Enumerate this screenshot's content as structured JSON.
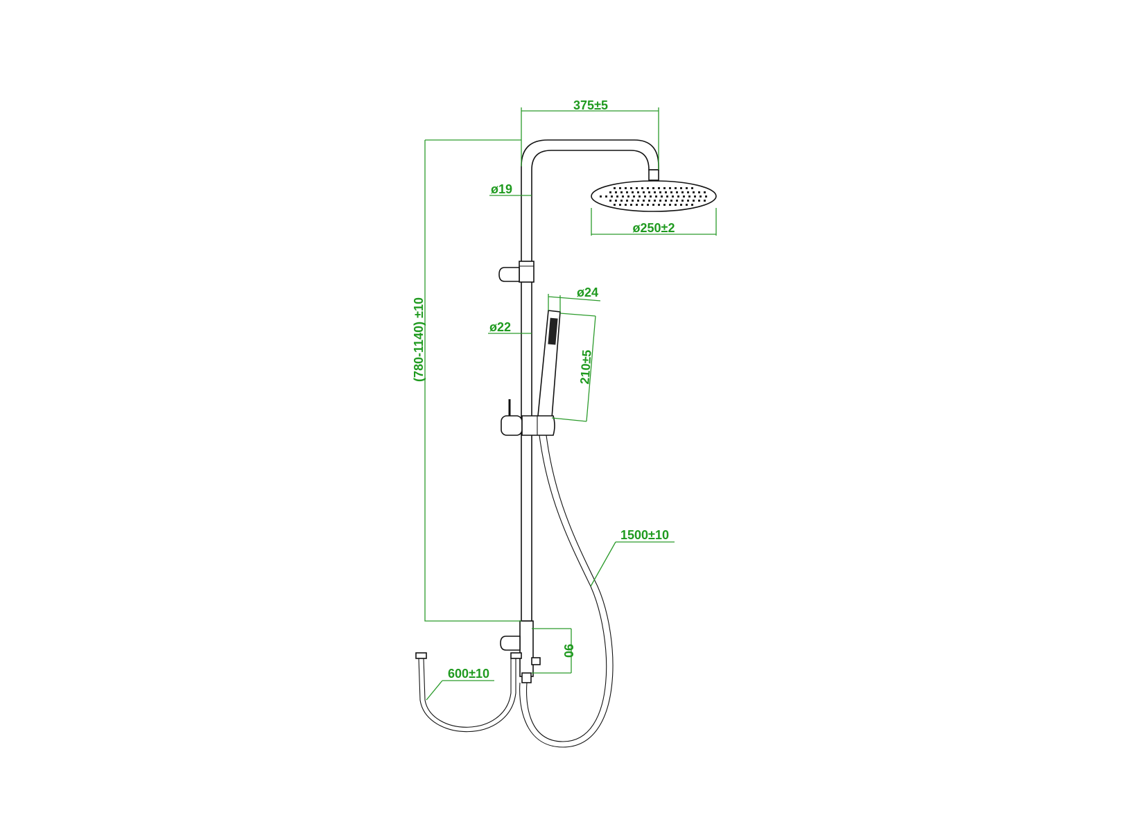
{
  "title": "Shower column dimension drawing",
  "colors": {
    "dimension": "#1f9a1f",
    "outline": "#111111"
  },
  "dimensions": {
    "arm_reach": "375±5",
    "arm_pipe_diameter": "ø19",
    "head_diameter": "ø250±2",
    "handset_diameter": "ø24",
    "rail_diameter": "ø22",
    "handset_length": "210±5",
    "height_range": "(780-1140) ±10",
    "hose_length": "1500±10",
    "outlet_spacing": "90",
    "inlet_hose_length": "600±10"
  }
}
